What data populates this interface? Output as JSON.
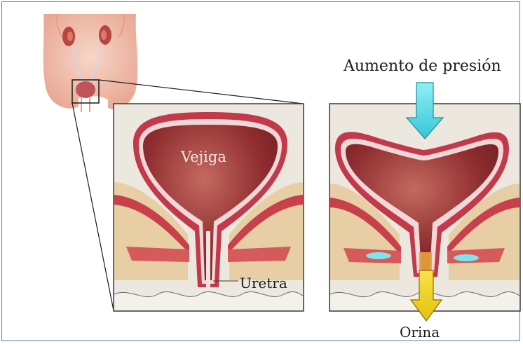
{
  "labels": {
    "pressure": "Aumento de presión",
    "bladder": "Vejiga",
    "urethra": "Uretra",
    "urine": "Orina"
  },
  "colors": {
    "frame_border": "#4b7ec2",
    "panel_background": "#ece7df",
    "panel_border": "#3a3a3a",
    "bladder_wall": "#c23a4a",
    "bladder_inner": "#8e2c2e",
    "fat_tissue": "#e6c99a",
    "pressure_arrow": "#58d8e6",
    "urine_arrow": "#f2d21a",
    "skin": "#f3c8b6"
  },
  "icons": {
    "pressure": "cyan-down-arrow",
    "urine": "yellow-down-arrow"
  }
}
